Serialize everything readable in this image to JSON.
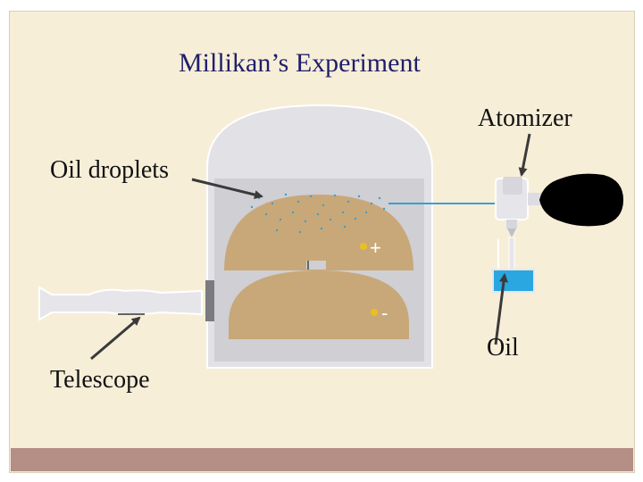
{
  "title": "Millikan’s Experiment",
  "labels": {
    "atomizer": "Atomizer",
    "oil_droplets": "Oil droplets",
    "oil": "Oil",
    "telescope": "Telescope"
  },
  "plate_signs": {
    "top": "+",
    "bottom": "-"
  },
  "colors": {
    "background": "#f7eed8",
    "footer": "#b58e86",
    "chamber": "#e2e2e6",
    "plate": "#c8a878",
    "droplet": "#3aa0d0",
    "oil": "#2aa6e0",
    "bulb": "#000000",
    "charge_dot": "#e8c020"
  }
}
